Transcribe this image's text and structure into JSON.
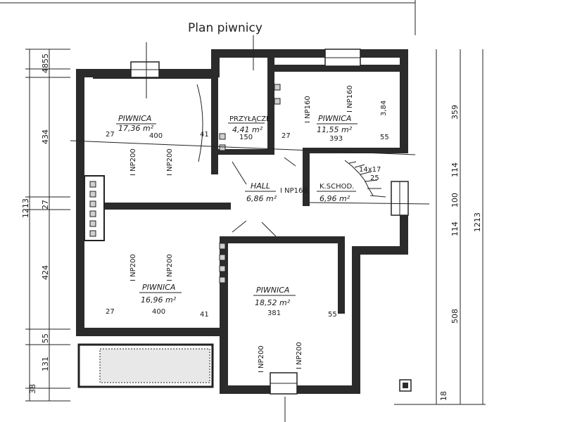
{
  "title": "Plan piwnicy",
  "rooms": [
    {
      "name": "PIWNICA",
      "area": "17,36 m²",
      "height": "400"
    },
    {
      "name": "PRZYŁĄCZE",
      "area": "4,41 m²",
      "height": "150"
    },
    {
      "name": "PIWNICA",
      "area": "11,55 m²",
      "height": "393"
    },
    {
      "name": "HALL",
      "area": "6,86 m²",
      "height": ""
    },
    {
      "name": "K.SCHOD.",
      "area": "6,96 m²",
      "height": ""
    },
    {
      "name": "PIWNICA",
      "area": "16,96 m²",
      "height": "400"
    },
    {
      "name": "PIWNICA",
      "area": "18,52 m²",
      "height": "381"
    }
  ],
  "beams": {
    "b1": "I NP200",
    "b2": "I NP200",
    "b3": "I NP160",
    "b4": "I NP160",
    "b5": "I NP200",
    "b6": "I NP200",
    "b7": "I NP200",
    "b8": "I NP200",
    "b9": "I NP160"
  },
  "marks": {
    "m27a": "27",
    "m41a": "41",
    "m27b": "27",
    "m55a": "55",
    "m27c": "27",
    "m41b": "41",
    "m55b": "55",
    "stairs": "14x17",
    "stairs2": "25",
    "scribble": "3,84"
  },
  "dims_left": [
    "55",
    "48",
    "434",
    "27",
    "424",
    "55",
    "131",
    "38"
  ],
  "dims_left_total": "1213",
  "dims_right": [
    "359",
    "114",
    "100",
    "114",
    "508",
    "18"
  ],
  "dims_right_total": "1213"
}
